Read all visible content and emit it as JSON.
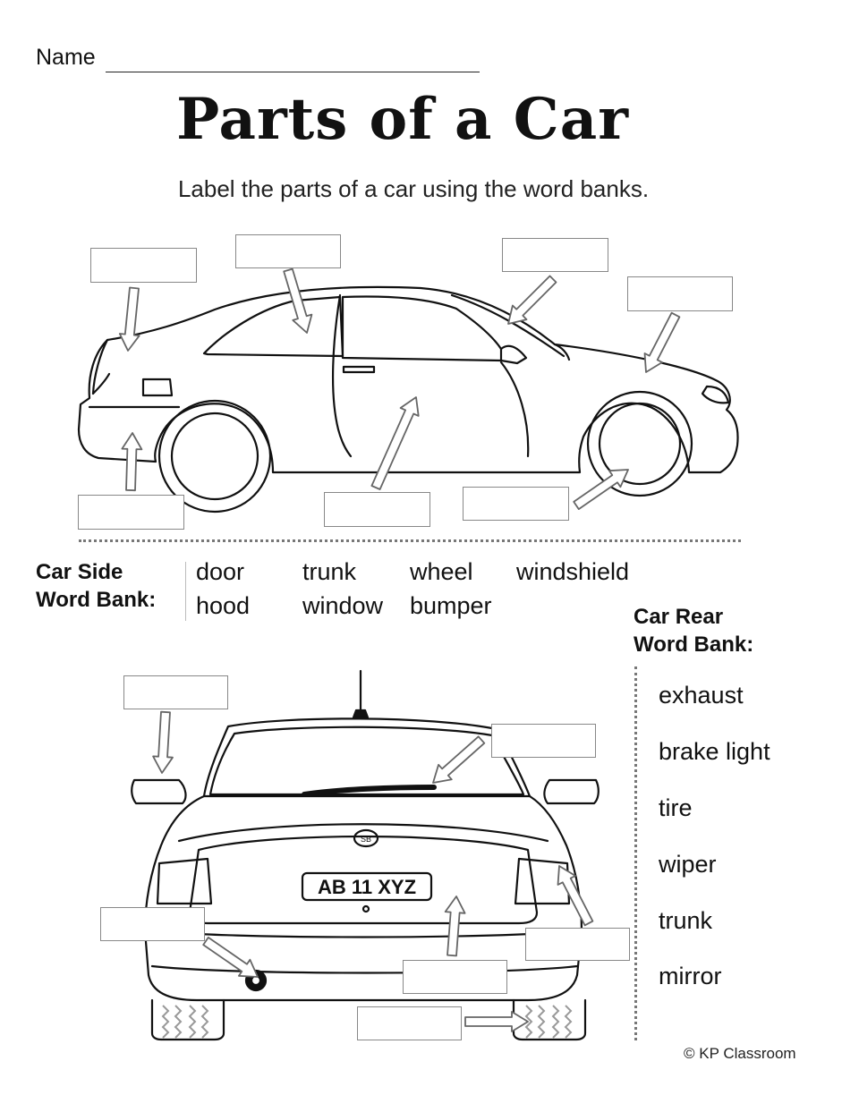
{
  "header": {
    "name_label": "Name",
    "title": "Parts of a Car",
    "instructions": "Label the parts of a car using the word banks."
  },
  "side_word_bank": {
    "title_line1": "Car Side",
    "title_line2": "Word Bank:",
    "words": [
      "door",
      "trunk",
      "wheel",
      "windshield",
      "hood",
      "window",
      "bumper"
    ]
  },
  "rear_word_bank": {
    "title_line1": "Car Rear",
    "title_line2": "Word Bank:",
    "words": [
      "exhaust",
      "brake light",
      "tire",
      "wiper",
      "trunk",
      "mirror"
    ]
  },
  "license_plate": "AB 11 XYZ",
  "badge": "SB",
  "copyright": "© KP Classroom",
  "colors": {
    "ink": "#111111",
    "box_border": "#888888",
    "arrow_outline": "#666666",
    "tire_tread": "#999999"
  }
}
